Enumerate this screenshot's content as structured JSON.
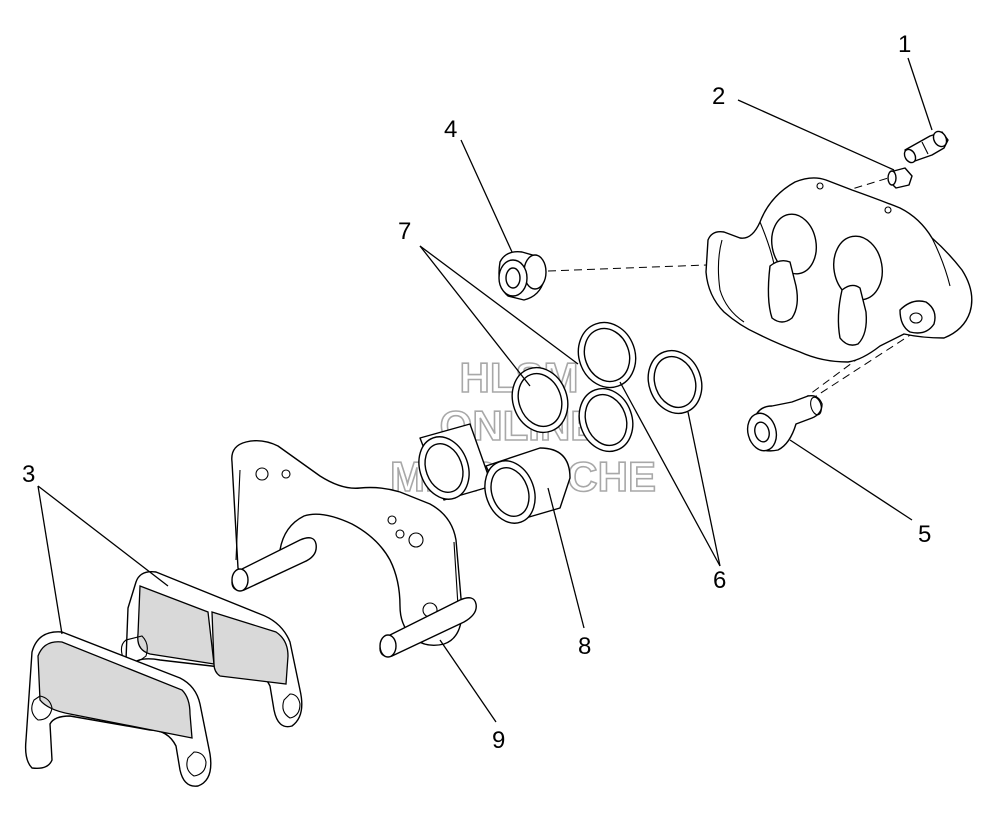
{
  "diagram": {
    "callouts": [
      {
        "id": "1",
        "label": "1"
      },
      {
        "id": "2",
        "label": "2"
      },
      {
        "id": "3",
        "label": "3"
      },
      {
        "id": "4",
        "label": "4"
      },
      {
        "id": "5",
        "label": "5"
      },
      {
        "id": "6",
        "label": "6"
      },
      {
        "id": "7",
        "label": "7"
      },
      {
        "id": "8",
        "label": "8"
      },
      {
        "id": "9",
        "label": "9"
      }
    ]
  },
  "watermark": {
    "line1": "HLSM",
    "line2": "ONLINE",
    "line3": "MICROFICHE"
  },
  "colors": {
    "line": "#000000",
    "background": "#ffffff",
    "watermark": "#9a9a9a"
  }
}
